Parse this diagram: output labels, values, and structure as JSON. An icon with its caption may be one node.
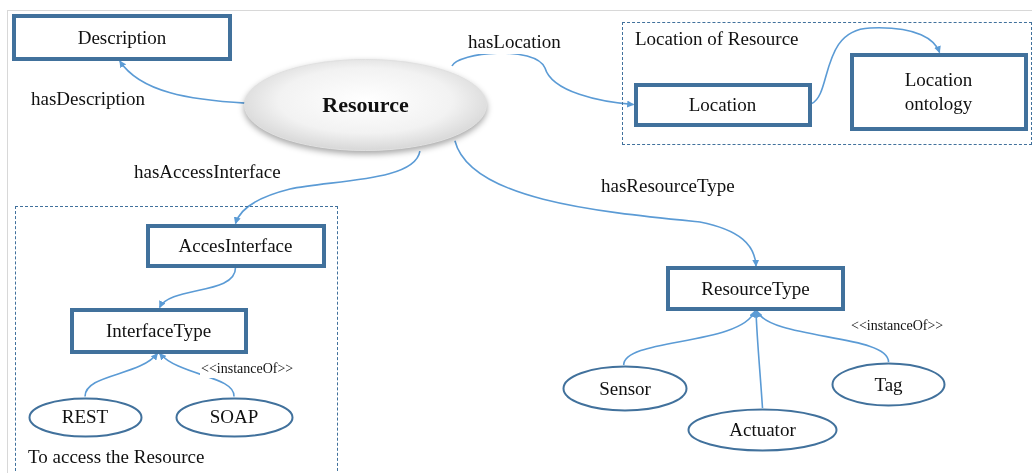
{
  "diagram": {
    "nodes": [
      {
        "text": [
          "Description"
        ]
      },
      {
        "text": [
          "Resource"
        ]
      },
      {
        "text": [
          "Location of Resource"
        ]
      },
      {
        "text": [
          "Location"
        ],
        "in": 2
      },
      {
        "text": [
          "Location ontology"
        ],
        "in": 2
      },
      {
        "text": [
          "To access the Resource"
        ]
      },
      {
        "text": [
          "AccesInterface"
        ],
        "in": 5
      },
      {
        "text": [
          "InterfaceType"
        ],
        "in": 5
      },
      {
        "text": [
          "REST"
        ],
        "in": 5
      },
      {
        "text": [
          "SOAP"
        ],
        "in": 5
      },
      {
        "text": [
          "ResourceType"
        ]
      },
      {
        "text": [
          "Sensor"
        ]
      },
      {
        "text": [
          "Actuator"
        ]
      },
      {
        "text": [
          "Tag"
        ]
      }
    ],
    "edges": [
      {
        "from": 1,
        "to": 0,
        "arrow": "to",
        "label": "hasDescription"
      },
      {
        "from": 1,
        "to": 3,
        "arrow": "to",
        "label": "hasLocation"
      },
      {
        "from": 3,
        "to": 4,
        "arrow": "to"
      },
      {
        "from": 1,
        "to": 6,
        "arrow": "to",
        "label": "hasAccessInterface"
      },
      {
        "from": 1,
        "to": 10,
        "arrow": "to",
        "label": "hasResourceType"
      },
      {
        "from": 6,
        "to": 7,
        "arrow": "to"
      },
      {
        "from": 8,
        "to": 7,
        "arrow": "to"
      },
      {
        "from": 9,
        "to": 7,
        "arrow": "to",
        "label": "<<instanceOf>>"
      },
      {
        "from": 11,
        "to": 10,
        "arrow": "to"
      },
      {
        "from": 12,
        "to": 10,
        "arrow": "to"
      },
      {
        "from": 13,
        "to": 10,
        "arrow": "to",
        "label": "<<instanceOf>>"
      }
    ]
  }
}
